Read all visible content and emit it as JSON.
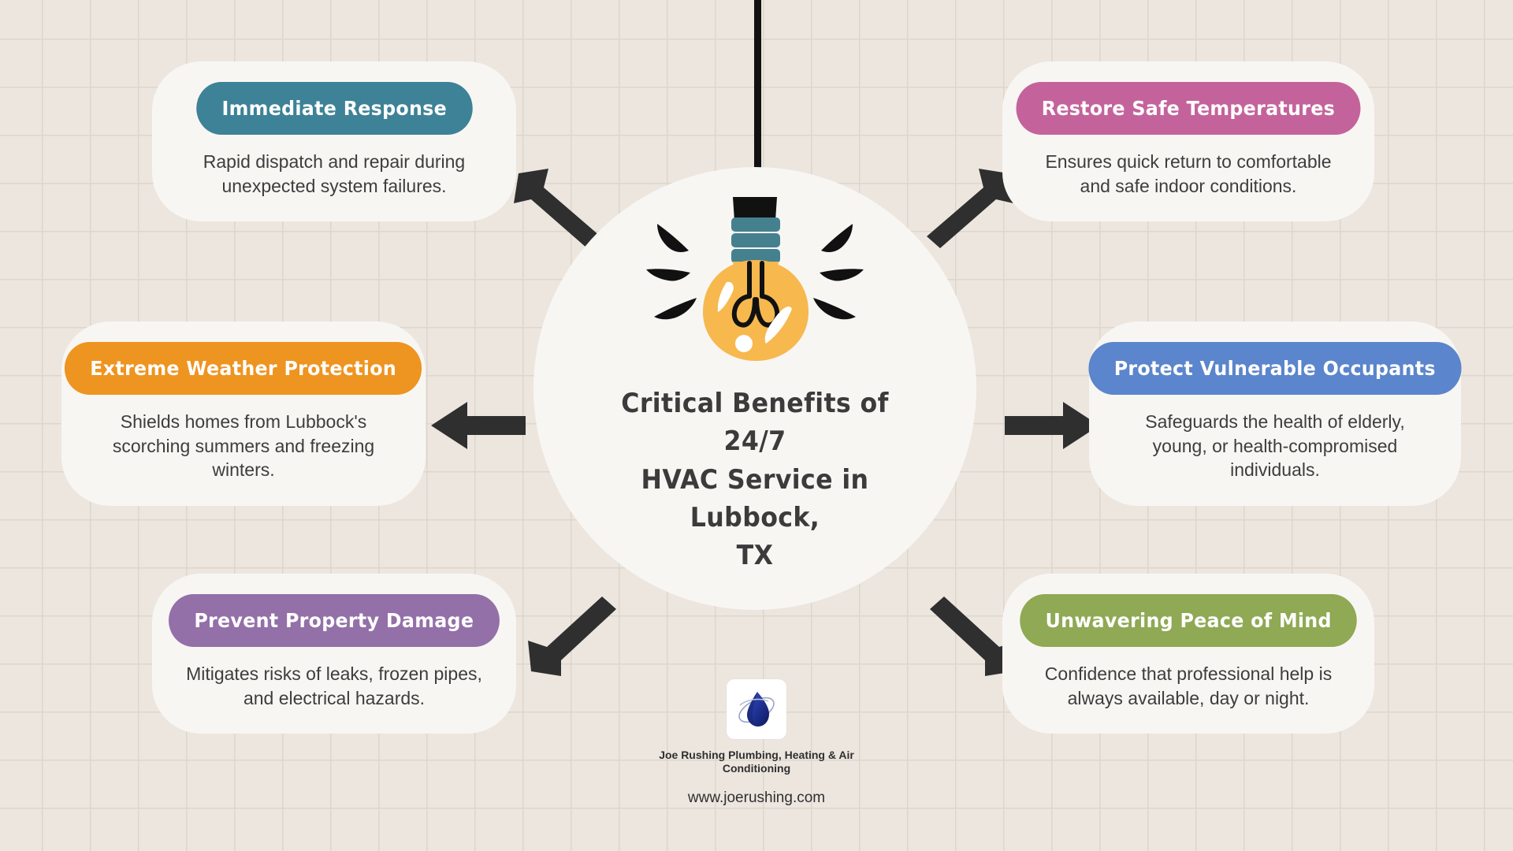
{
  "background": {
    "color": "#ece6df",
    "grid_color": "#ddd6cc"
  },
  "hub": {
    "title": "Critical Benefits of 24/7 HVAC Service in Lubbock, TX",
    "title_lines": [
      "Critical Benefits of 24/7",
      "HVAC Service in Lubbock,",
      "TX"
    ],
    "icon": "lightbulb-icon",
    "bulb_color": "#f7b84e",
    "bulb_base_color": "#45808f",
    "cord_color": "#111111",
    "circle_color": "#f8f6f3"
  },
  "cards": [
    {
      "id": "immediate-response",
      "title": "Immediate Response",
      "description": "Rapid dispatch and repair during unexpected system failures.",
      "color": "#3d8296",
      "position": "top-left"
    },
    {
      "id": "extreme-weather",
      "title": "Extreme Weather Protection",
      "description": "Shields homes from Lubbock's scorching summers and freezing winters.",
      "color": "#ee9420",
      "position": "middle-left"
    },
    {
      "id": "prevent-damage",
      "title": "Prevent Property Damage",
      "description": "Mitigates risks of leaks, frozen pipes, and electrical hazards.",
      "color": "#9370a8",
      "position": "bottom-left"
    },
    {
      "id": "restore-temps",
      "title": "Restore Safe Temperatures",
      "description": "Ensures quick return to comfortable and safe indoor conditions.",
      "color": "#c4639b",
      "position": "top-right"
    },
    {
      "id": "protect-occupants",
      "title": "Protect Vulnerable Occupants",
      "description": "Safeguards the health of elderly, young, or health-compromised individuals.",
      "color": "#5b85cc",
      "position": "middle-right"
    },
    {
      "id": "peace-of-mind",
      "title": "Unwavering Peace of Mind",
      "description": "Confidence that professional help is always available, day or night.",
      "color": "#8fa954",
      "position": "bottom-right"
    }
  ],
  "arrows": {
    "color": "#2f2f2f",
    "count": 6,
    "directions": [
      "up-left",
      "left",
      "down-left",
      "up-right",
      "right",
      "down-right"
    ]
  },
  "footer": {
    "logo": "water-droplet-logo",
    "logo_color": "#1d2f8f",
    "brand": "Joe Rushing Plumbing, Heating & Air Conditioning",
    "website": "www.joerushing.com"
  }
}
